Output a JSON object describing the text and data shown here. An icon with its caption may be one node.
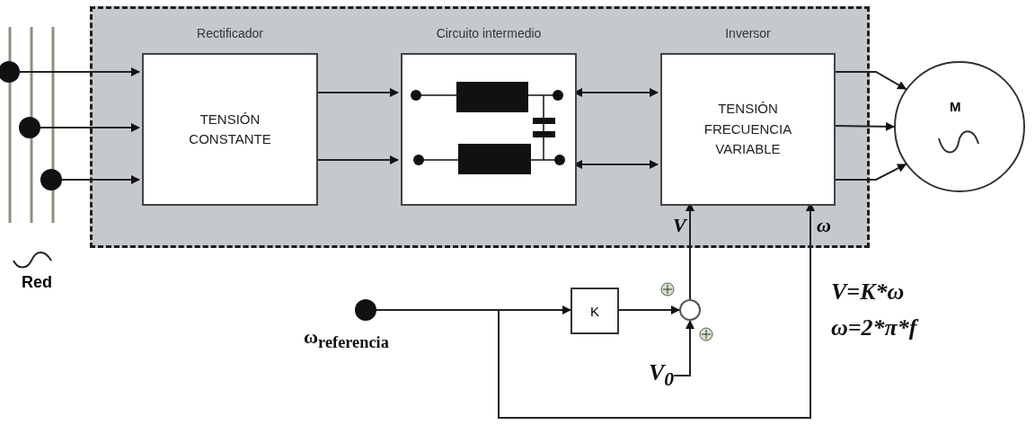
{
  "diagram": {
    "nodes": [
      {
        "text": [],
        "shape": "box"
      },
      {
        "text": [
          "Rectificador",
          "TENSIÓN CONSTANTE"
        ],
        "in": 0
      },
      {
        "text": [
          "Circuito intermedio"
        ],
        "in": 0
      },
      {
        "text": [
          "Inversor",
          "TENSIÓN FRECUENCIA VARIABLE"
        ],
        "in": 0
      },
      {
        "text": [
          "M"
        ]
      },
      {
        "text": [],
        "shape": "circle"
      },
      {
        "text": [],
        "shape": "circle"
      },
      {
        "text": [],
        "shape": "circle"
      },
      {
        "text": [],
        "shape": "circle",
        "beside": [
          "ω$_{referencia}$"
        ]
      },
      {
        "text": [
          "K"
        ]
      },
      {
        "text": [],
        "shape": "circle"
      },
      {
        "text": [
          "V$_{0}$"
        ]
      }
    ],
    "edges": [
      {
        "from": 5,
        "to": 1,
        "arrow": "to"
      },
      {
        "from": 6,
        "to": 1,
        "arrow": "to"
      },
      {
        "from": 7,
        "to": 1,
        "arrow": "to"
      },
      {
        "from": 1,
        "to": 2,
        "arrow": "to"
      },
      {
        "from": 1,
        "to": 2,
        "arrow": "to"
      },
      {
        "from": 2,
        "to": 3,
        "arrow": "both"
      },
      {
        "from": 2,
        "to": 3,
        "arrow": "both"
      },
      {
        "from": 3,
        "to": 4,
        "arrow": "to"
      },
      {
        "from": 3,
        "to": 4,
        "arrow": "to"
      },
      {
        "from": 3,
        "to": 4,
        "arrow": "to"
      },
      {
        "from": 8,
        "to": 9,
        "arrow": "to"
      },
      {
        "from": 9,
        "to": 10,
        "arrow": "to"
      },
      {
        "from": 11,
        "to": 10,
        "arrow": "to"
      },
      {
        "from": 10,
        "to": 3,
        "arrow": "to",
        "label": "V"
      },
      {
        "from": 8,
        "to": 3,
        "arrow": "to",
        "label": "ω"
      }
    ],
    "labels": [
      "Red",
      "V=K*ω",
      "ω=2*π*f"
    ]
  }
}
